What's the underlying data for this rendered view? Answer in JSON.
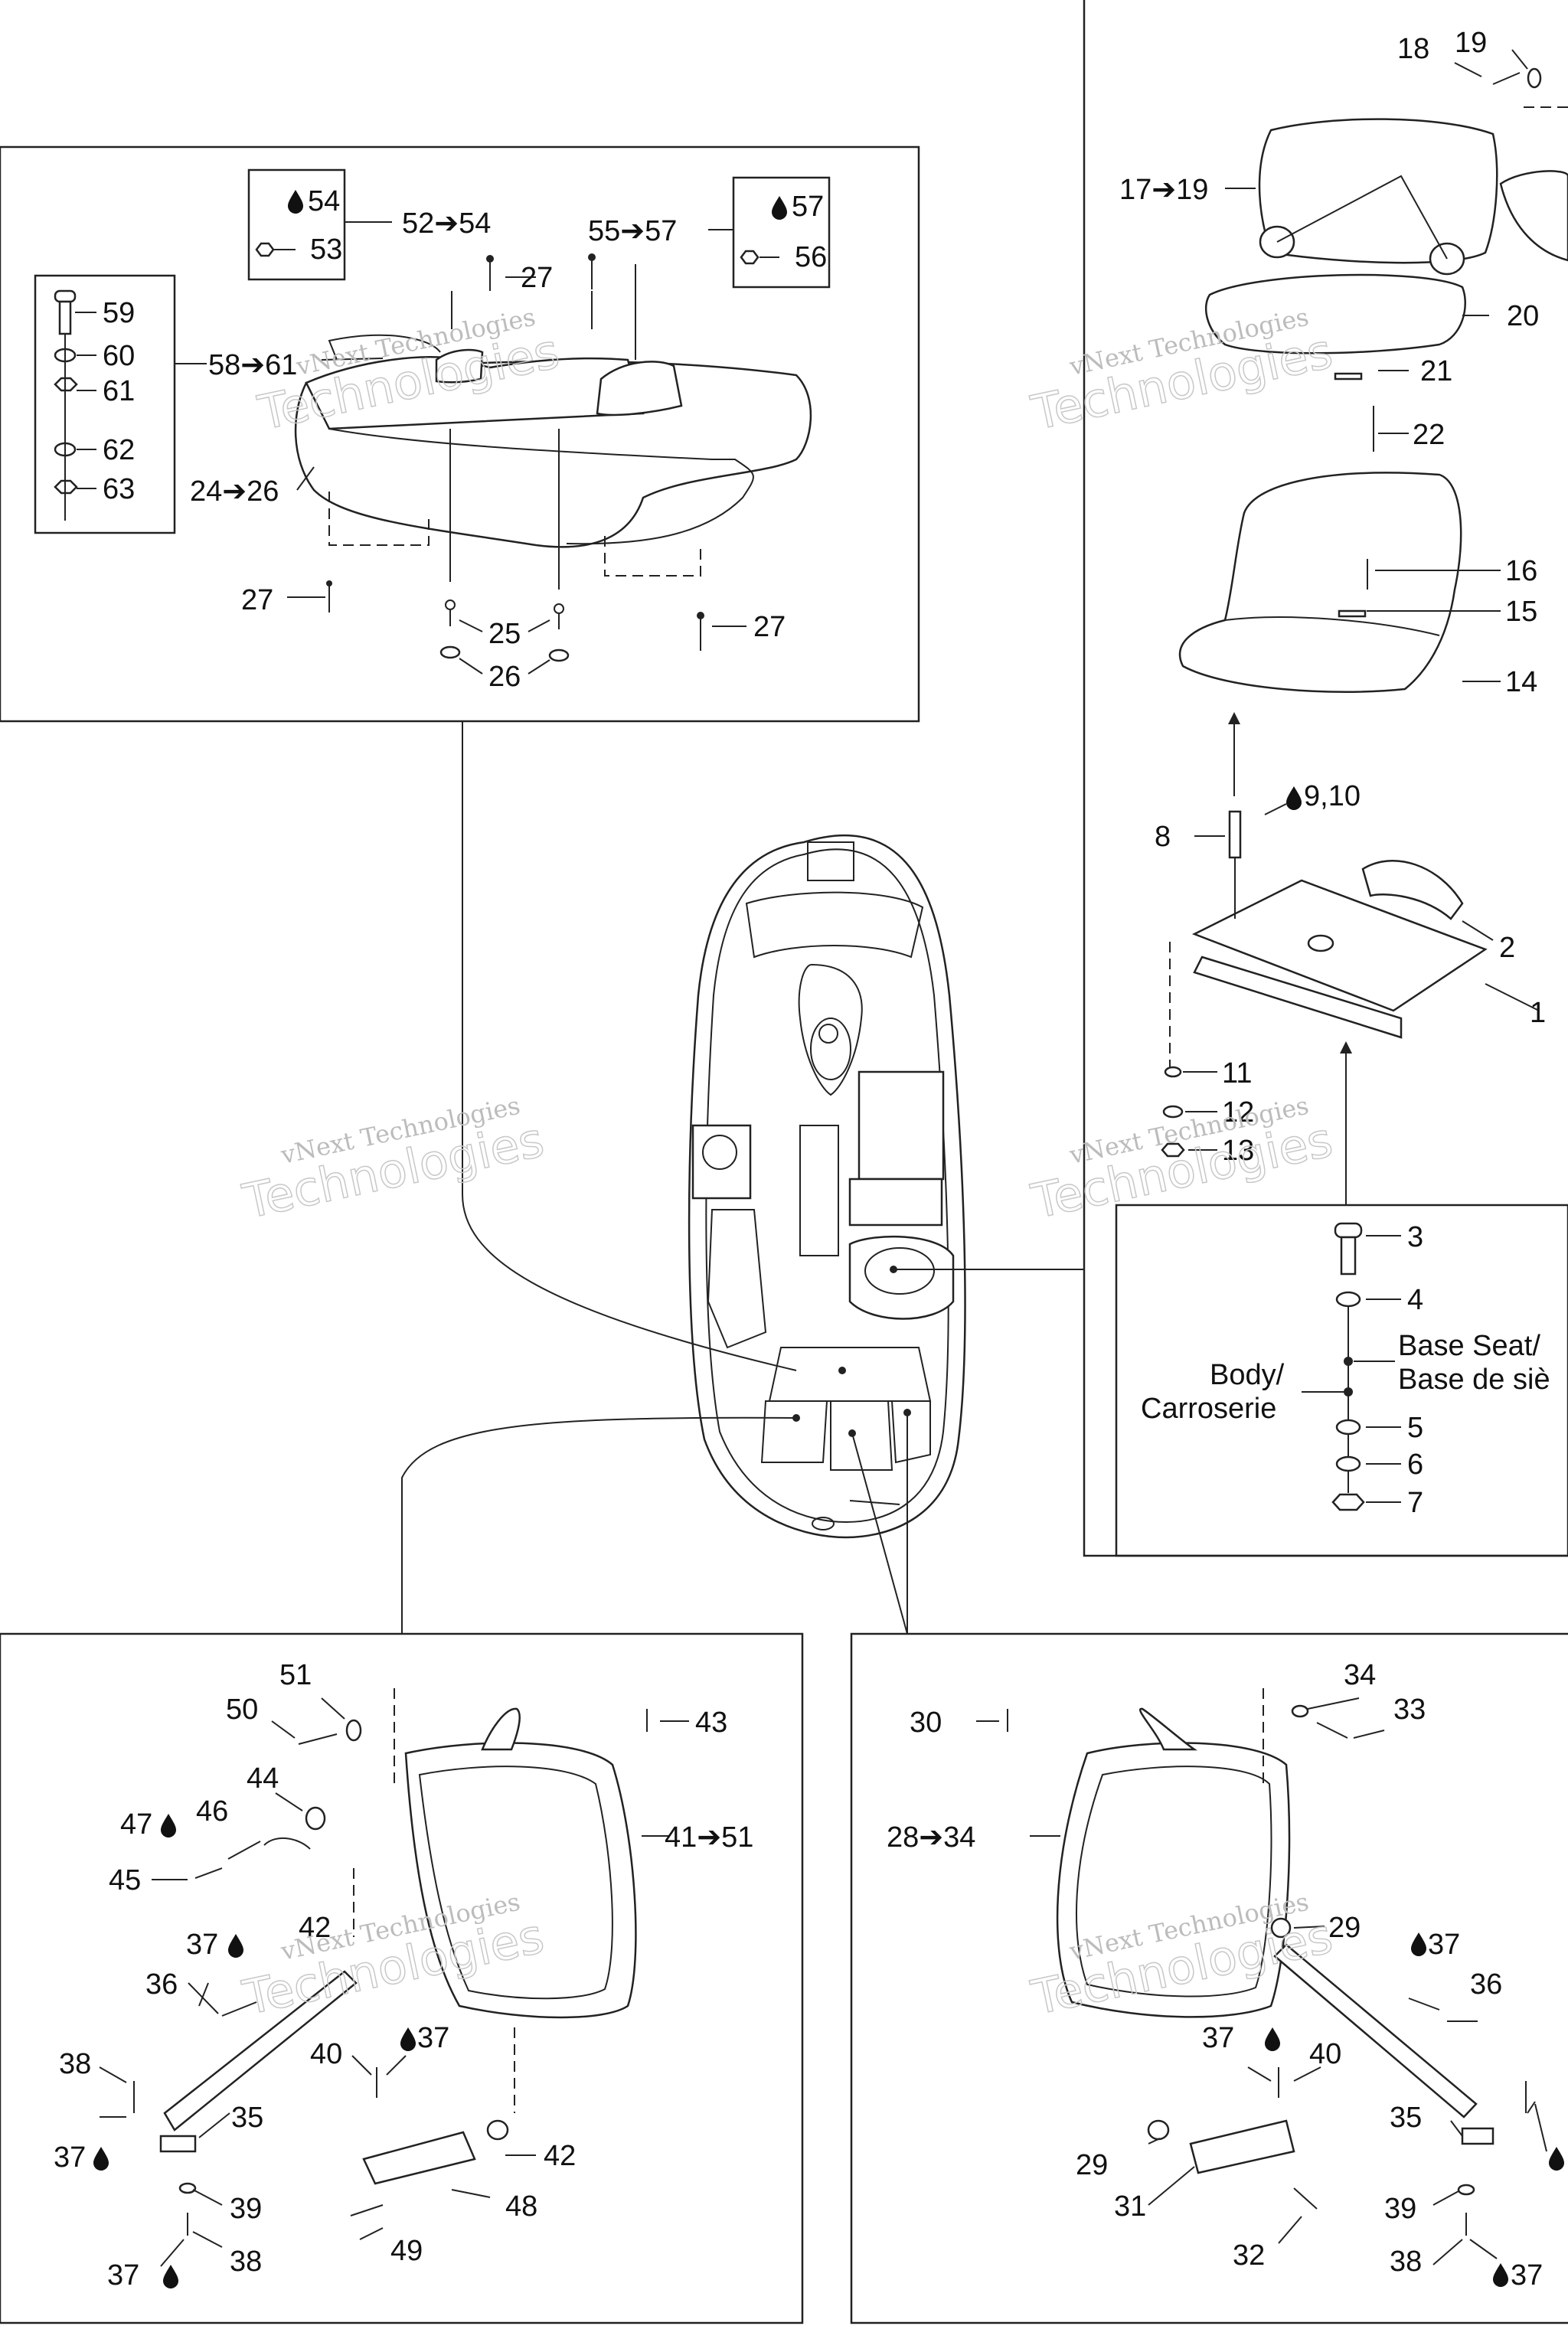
{
  "watermark": {
    "line1": "vNext Technologies",
    "line2": "Technologies"
  },
  "labels": {
    "l1": "1",
    "l2": "2",
    "l3": "3",
    "l4": "4",
    "l5": "5",
    "l6": "6",
    "l7": "7",
    "l8": "8",
    "l9_10": "9,10",
    "l11": "11",
    "l12": "12",
    "l13": "13",
    "l14": "14",
    "l15": "15",
    "l16": "16",
    "l17_19": "17➔19",
    "l18": "18",
    "l19": "19",
    "l20": "20",
    "l21": "21",
    "l22": "22",
    "l24_26": "24➔26",
    "l25": "25",
    "l26": "26",
    "l27": "27",
    "l28_34": "28➔34",
    "l29": "29",
    "l30": "30",
    "l31": "31",
    "l32": "32",
    "l33": "33",
    "l34": "34",
    "l35": "35",
    "l36": "36",
    "l37": "37",
    "l38": "38",
    "l39": "39",
    "l40": "40",
    "l41_51": "41➔51",
    "l42": "42",
    "l43": "43",
    "l44": "44",
    "l45": "45",
    "l46": "46",
    "l47": "47",
    "l48": "48",
    "l49": "49",
    "l50": "50",
    "l51": "51",
    "l52_54": "52➔54",
    "l53": "53",
    "l54": "54",
    "l55_57": "55➔57",
    "l56": "56",
    "l57": "57",
    "l58_61": "58➔61",
    "l59": "59",
    "l60": "60",
    "l61": "61",
    "l62": "62",
    "l63": "63"
  },
  "notes": {
    "base_seat_1": "Base Seat/",
    "base_seat_2": "Base de siè",
    "body_1": "Body/",
    "body_2": "Carroserie"
  },
  "icons": {
    "drop": "sealant-drop-icon",
    "arrow": "range-arrow-icon"
  }
}
